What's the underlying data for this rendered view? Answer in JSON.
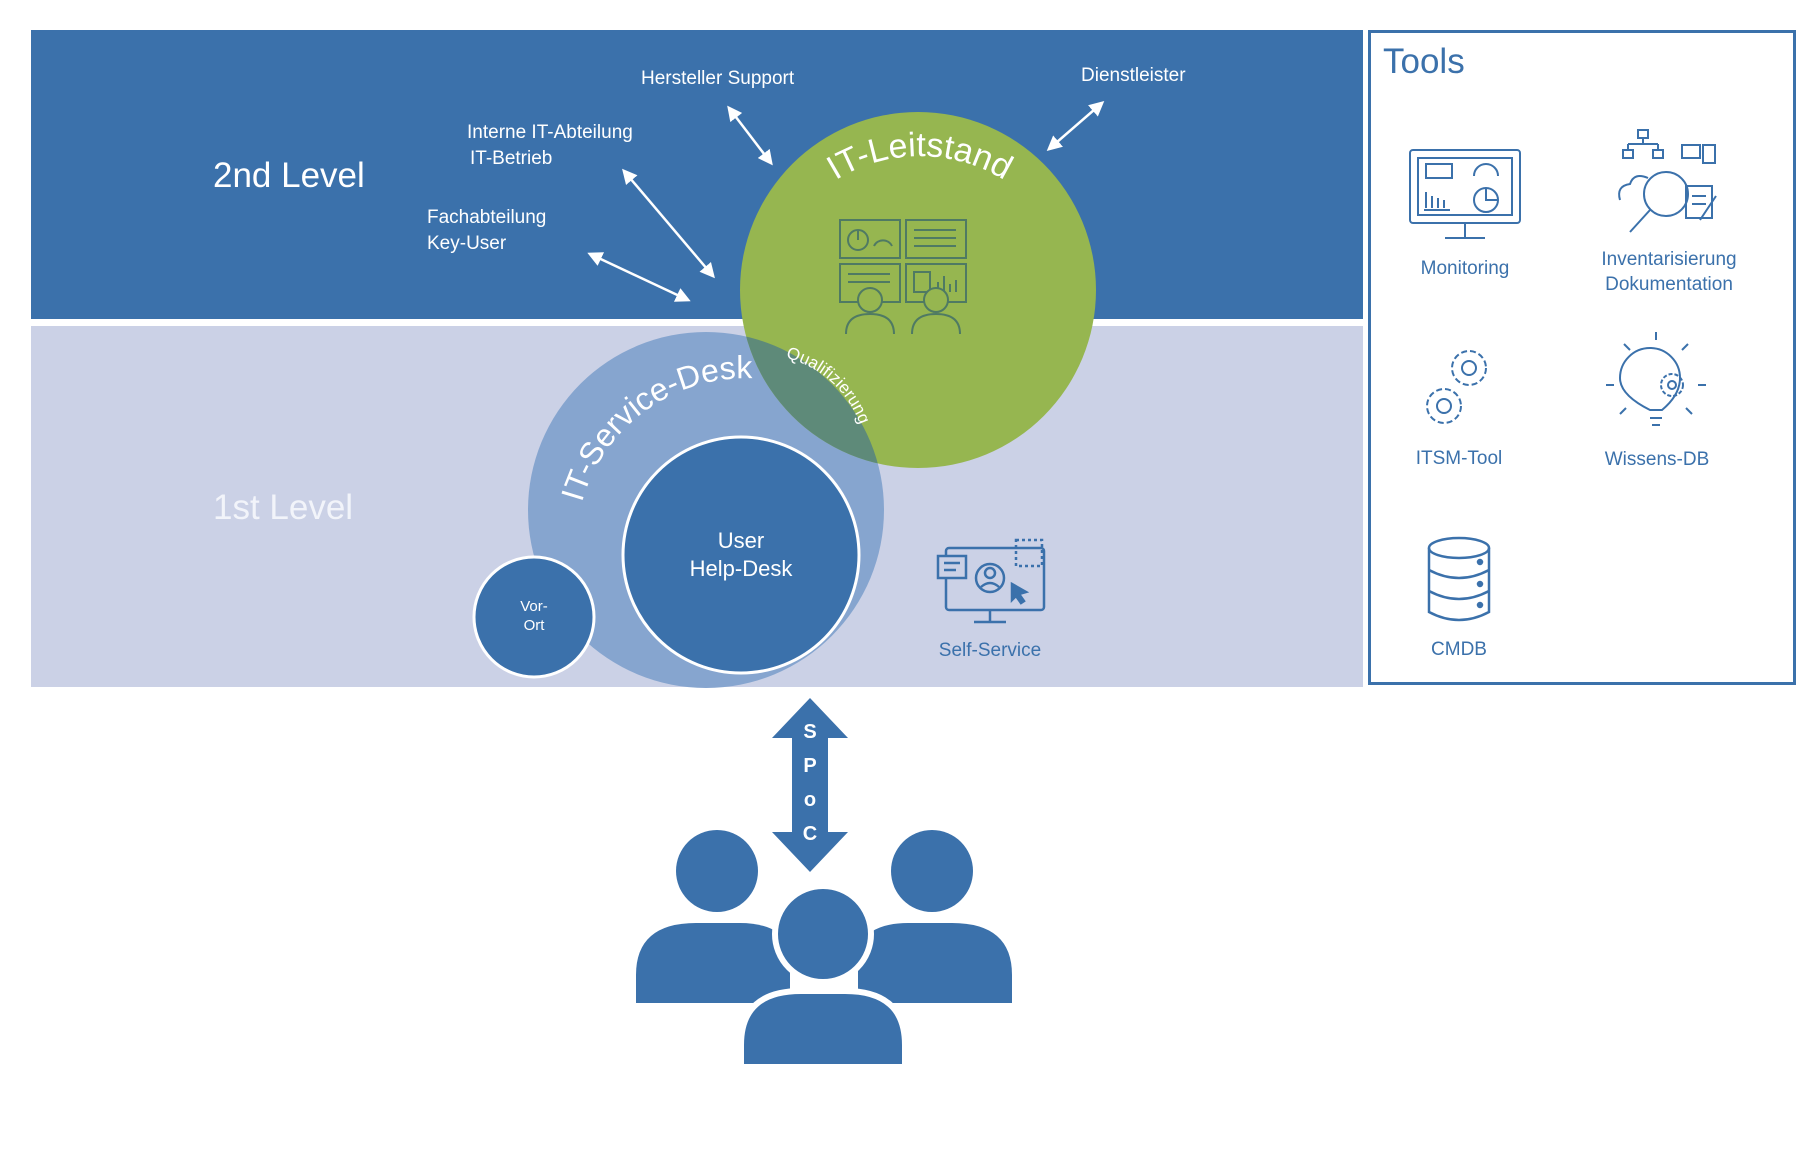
{
  "levels": {
    "second": "2nd Level",
    "first": "1st Level"
  },
  "partners": {
    "hersteller": "Hersteller Support",
    "dienstleister": "Dienstleister",
    "interne_line1": "Interne IT-Abteilung",
    "interne_line2": "IT-Betrieb",
    "fach_line1": "Fachabteilung",
    "fach_line2": "Key-User"
  },
  "circles": {
    "leitstand": "IT-Leitstand",
    "service_desk": "IT-Service-Desk",
    "qualifizierung": "Qualifizierung",
    "helpdesk_line1": "User",
    "helpdesk_line2": "Help-Desk",
    "vorort_line1": "Vor-",
    "vorort_line2": "Ort"
  },
  "self_service": "Self-Service",
  "spoc_letters": [
    "S",
    "P",
    "o",
    "C"
  ],
  "tools": {
    "title": "Tools",
    "items": [
      {
        "label": "Monitoring",
        "icon": "monitoring-dashboard-icon"
      },
      {
        "label_line1": "Inventarisierung",
        "label_line2": "Dokumentation",
        "icon": "inventory-documentation-icon"
      },
      {
        "label": "ITSM-Tool",
        "icon": "gears-icon"
      },
      {
        "label": "Wissens-DB",
        "icon": "lightbulb-gear-icon"
      },
      {
        "label": "CMDB",
        "icon": "database-icon"
      }
    ]
  },
  "colors": {
    "primary_blue": "#3b71ab",
    "light_band": "#cbd1e6",
    "service_desk_ring": "#86a5cf",
    "leitstand_green": "#96b650",
    "overlap": "#5e8a79"
  }
}
